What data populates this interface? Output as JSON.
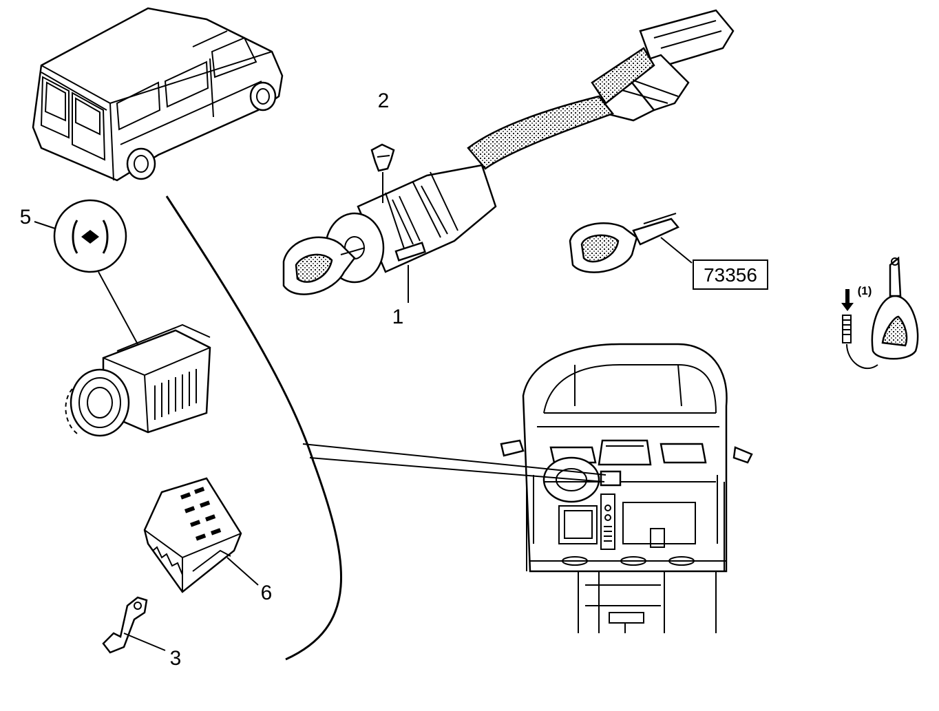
{
  "callouts": {
    "c1": "1",
    "c2": "2",
    "c3": "3",
    "c5": "5",
    "c6": "6"
  },
  "reference": "73356",
  "note": "(1)",
  "colors": {
    "ink": "#000000",
    "paper": "#ffffff"
  }
}
